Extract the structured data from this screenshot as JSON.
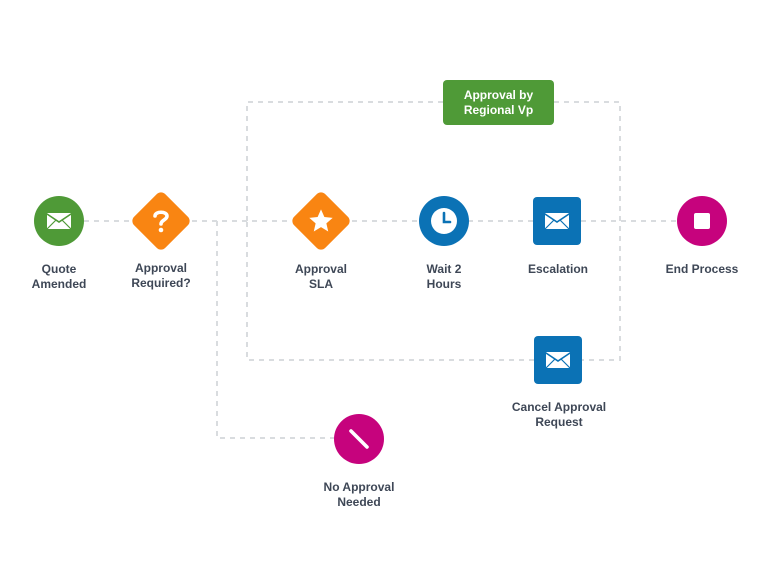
{
  "colors": {
    "green": "#4f9a37",
    "orange": "#f98512",
    "blue": "#0b72b5",
    "magenta": "#c6037d",
    "connector": "#d9dcdf",
    "label": "#3e4756"
  },
  "nodes": {
    "quote_amended": {
      "label": "Quote\nAmended",
      "icon": "envelope-icon"
    },
    "approval_required": {
      "label": "Approval\nRequired?",
      "icon": "question-icon"
    },
    "approval_sla": {
      "label": "Approval\nSLA",
      "icon": "star-icon"
    },
    "wait_2_hours": {
      "label": "Wait 2\nHours",
      "icon": "clock-icon"
    },
    "escalation": {
      "label": "Escalation",
      "icon": "envelope-icon"
    },
    "end_process": {
      "label": "End Process",
      "icon": "stop-icon"
    },
    "cancel_approval_request": {
      "label": "Cancel Approval\nRequest",
      "icon": "envelope-icon"
    },
    "no_approval_needed": {
      "label": "No Approval\nNeeded",
      "icon": "slash-icon"
    }
  },
  "group": {
    "label": "Approval by\nRegional Vp"
  }
}
